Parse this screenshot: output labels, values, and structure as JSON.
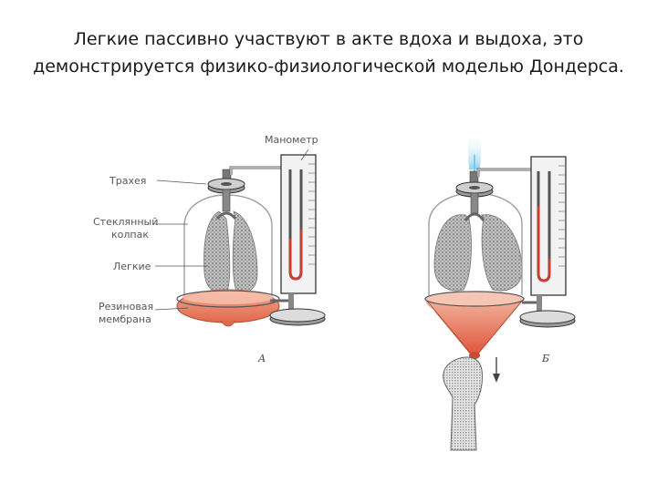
{
  "title": {
    "line1": "Легкие пассивно участвуют в акте вдоха и выдоха, это",
    "line2": "демонстрируется физико-физиологической моделью Дондерса."
  },
  "labels": {
    "manometer": "Манометр",
    "trachea": "Трахея",
    "jar_line1": "Стеклянный",
    "jar_line2": "колпак",
    "lungs": "Легкие",
    "membrane_line1": "Резиновая",
    "membrane_line2": "мембрана"
  },
  "captions": {
    "a": "А",
    "b": "Б"
  },
  "colors": {
    "fluid": "#d83a28",
    "membrane": "#e5866c",
    "glass": "#9aa0a6",
    "lung": "#b9b9b9"
  }
}
